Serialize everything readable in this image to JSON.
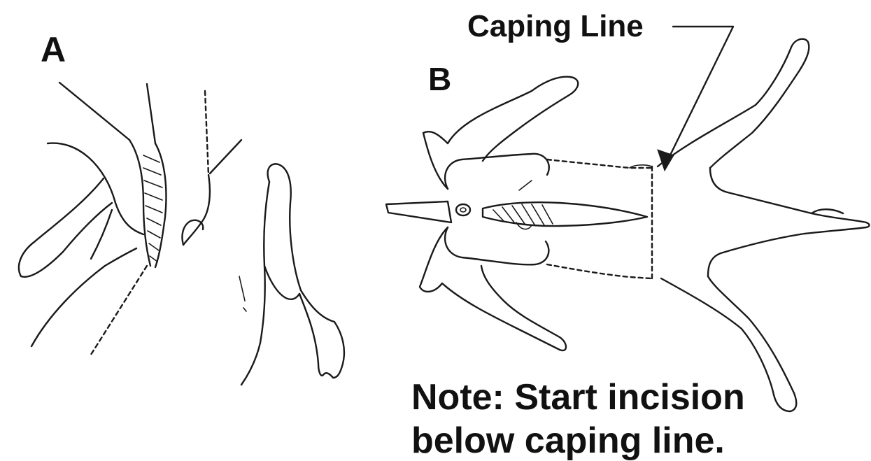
{
  "figure": {
    "panel_a_label": "A",
    "panel_b_label": "B",
    "caping_line_label": "Caping Line",
    "note_lines": [
      "Note: Start incision",
      "below caping line."
    ]
  },
  "colors": {
    "background": "#ffffff",
    "ink": "#1a1a1a"
  }
}
